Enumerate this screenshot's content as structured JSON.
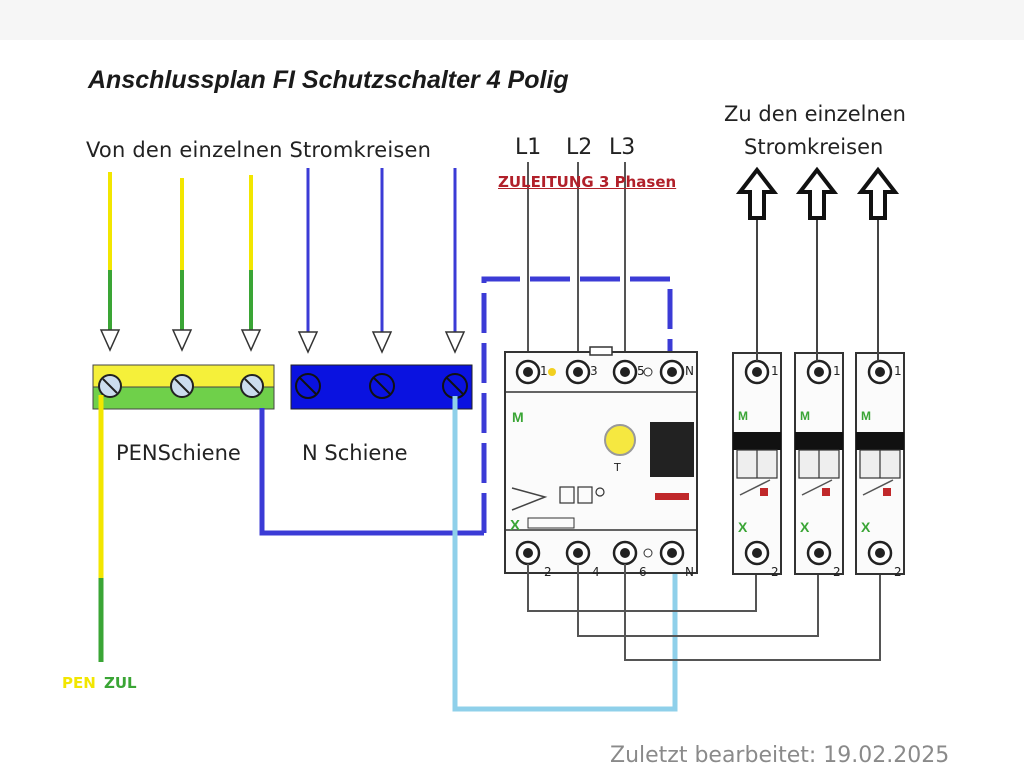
{
  "title": "Anschlussplan FI Schutzschalter 4 Polig",
  "labels": {
    "von": "Von den einzelnen Stromkreisen",
    "zu_line1": "Zu den einzelnen",
    "zu_line2": "Stromkreisen",
    "l1": "L1",
    "l2": "L2",
    "l3": "L3",
    "zuleitung": "ZULEITUNG 3 Phasen",
    "pen_schiene": "PENSchiene",
    "n_schiene": "N Schiene",
    "pen": "PEN",
    "zul": "ZUL"
  },
  "rcd_terminals": {
    "top": [
      "1",
      "3",
      "5",
      "N"
    ],
    "bottom": [
      "2",
      "4",
      "6",
      "N"
    ],
    "test_label": "T"
  },
  "mcb_terminals": {
    "top": "1",
    "bottom": "2"
  },
  "footer": "Zuletzt bearbeitet: 19.02.2025",
  "colors": {
    "pe_yellow": "#f2e600",
    "pe_green": "#3aa535",
    "neutral_blue": "#3b3bd6",
    "neutral_bar": "#0a12e0",
    "light_blue": "#8fd0ea",
    "zuleitung_red": "#b1202a"
  },
  "icons": [
    "arrow-down-icon",
    "hollow-arrow-up-icon",
    "terminal-screw-icon",
    "test-button-icon"
  ]
}
